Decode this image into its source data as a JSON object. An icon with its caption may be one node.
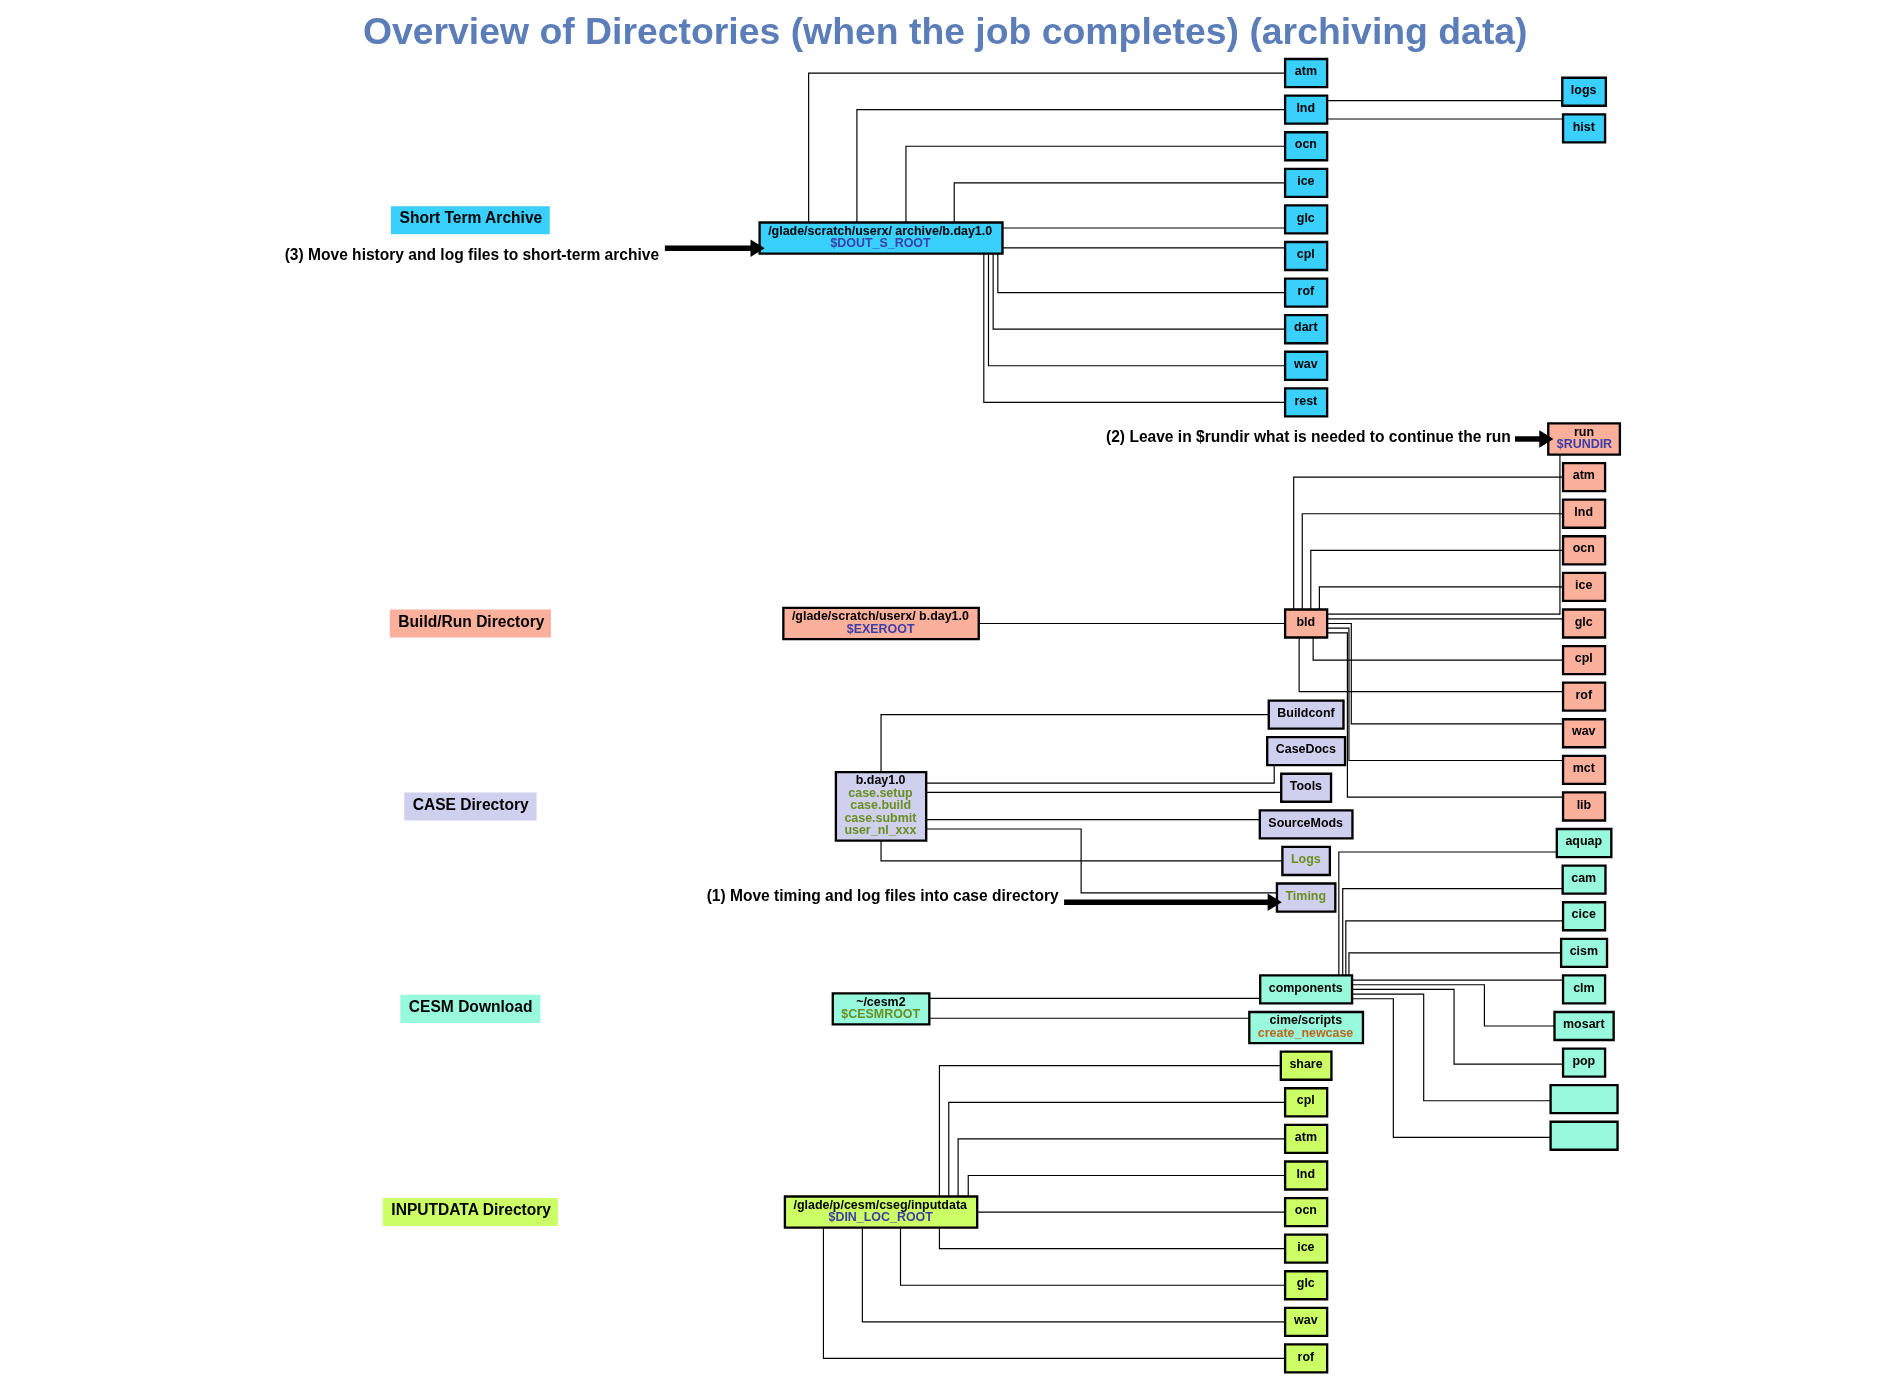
{
  "diagram": {
    "title": "Overview of Directories (when the job completes) (archiving data)",
    "nodes": [
      {
        "text": [
          "INPUTDATA Directory"
        ]
      },
      {
        "text": [
          "/glade/p/cesm/cseg/inputdata",
          "$DIN_LOC_ROOT"
        ]
      },
      {
        "text": [
          "share"
        ]
      },
      {
        "text": [
          "cpl"
        ]
      },
      {
        "text": [
          "atm"
        ]
      },
      {
        "text": [
          "lnd"
        ]
      },
      {
        "text": [
          "ocn"
        ]
      },
      {
        "text": [
          "ice"
        ]
      },
      {
        "text": [
          "glc"
        ]
      },
      {
        "text": [
          "wav"
        ]
      },
      {
        "text": [
          "rof"
        ]
      },
      {
        "text": [
          "CESM Download"
        ]
      },
      {
        "text": [
          "~/cesm2",
          "$CESMROOT"
        ]
      },
      {
        "text": [
          "CASE Directory"
        ]
      },
      {
        "text": [
          "Build/Run Directory"
        ]
      },
      {
        "text": [
          "Short Term Archive"
        ]
      },
      {
        "text": [
          "b.day1.0",
          "case.setup",
          "case.build",
          "case.submit",
          "user_nl_xxx"
        ]
      },
      {
        "text": [
          "/glade/scratch/userx/ b.day1.0",
          "$EXEROOT"
        ]
      },
      {
        "text": [
          "/glade/scratch/userx/ archive/b.day1.0",
          "$DOUT_S_ROOT"
        ]
      },
      {
        "text": [
          "components"
        ]
      },
      {
        "text": [
          "cime/scripts",
          "create_newcase"
        ]
      },
      {
        "text": [
          "Buildconf"
        ]
      },
      {
        "text": [
          "CaseDocs"
        ]
      },
      {
        "text": [
          "Tools"
        ]
      },
      {
        "text": [
          "SourceMods"
        ]
      },
      {
        "text": [
          "Timing"
        ]
      },
      {
        "text": [
          "Logs"
        ]
      },
      {
        "text": [
          "bld"
        ]
      },
      {
        "text": [
          "run",
          "$RUNDIR"
        ]
      },
      {
        "text": [
          "atm"
        ]
      },
      {
        "text": [
          "lnd"
        ]
      },
      {
        "text": [
          "ocn"
        ]
      },
      {
        "text": [
          "ice"
        ]
      },
      {
        "text": [
          "glc"
        ]
      },
      {
        "text": [
          "cpl"
        ]
      },
      {
        "text": [
          "rof"
        ]
      },
      {
        "text": [
          "wav"
        ]
      },
      {
        "text": [
          "mct"
        ]
      },
      {
        "text": [
          "lib"
        ]
      },
      {
        "text": [
          "atm"
        ]
      },
      {
        "text": [
          "lnd"
        ]
      },
      {
        "text": [
          "ocn"
        ]
      },
      {
        "text": [
          "ice"
        ]
      },
      {
        "text": [
          "glc"
        ]
      },
      {
        "text": [
          "cpl"
        ]
      },
      {
        "text": [
          "rof"
        ]
      },
      {
        "text": [
          "dart"
        ]
      },
      {
        "text": [
          "wav"
        ]
      },
      {
        "text": [
          "rest"
        ]
      },
      {
        "text": [
          "logs"
        ]
      },
      {
        "text": [
          "hist"
        ]
      },
      {
        "text": [
          "aquap"
        ]
      },
      {
        "text": [
          "cam"
        ]
      },
      {
        "text": [
          "cice"
        ]
      },
      {
        "text": [
          "cism"
        ]
      },
      {
        "text": [
          "clm"
        ]
      },
      {
        "text": [
          "mosart"
        ]
      },
      {
        "text": [
          "pop"
        ]
      },
      {
        "text": [],
        "shape": "box"
      },
      {
        "text": [],
        "shape": "box"
      },
      {
        "text": [
          "(1) Move timing and log files into case directory"
        ]
      },
      {
        "text": [
          "(2) Leave in $rundir what is needed to continue the run"
        ]
      },
      {
        "text": [
          "(3) Move history and log files to short-term archive"
        ]
      }
    ],
    "edges": [
      {
        "from": 1,
        "to": 2,
        "arrow": "none"
      },
      {
        "from": 1,
        "to": 3,
        "arrow": "none"
      },
      {
        "from": 1,
        "to": 4,
        "arrow": "none"
      },
      {
        "from": 1,
        "to": 5,
        "arrow": "none"
      },
      {
        "from": 1,
        "to": 6,
        "arrow": "none"
      },
      {
        "from": 1,
        "to": 7,
        "arrow": "none"
      },
      {
        "from": 1,
        "to": 8,
        "arrow": "none"
      },
      {
        "from": 1,
        "to": 9,
        "arrow": "none"
      },
      {
        "from": 1,
        "to": 10,
        "arrow": "none"
      },
      {
        "from": 12,
        "to": 19,
        "arrow": "none"
      },
      {
        "from": 12,
        "to": 20,
        "arrow": "none"
      },
      {
        "from": 19,
        "to": 51,
        "arrow": "none"
      },
      {
        "from": 19,
        "to": 52,
        "arrow": "none"
      },
      {
        "from": 19,
        "to": 53,
        "arrow": "none"
      },
      {
        "from": 19,
        "to": 54,
        "arrow": "none"
      },
      {
        "from": 19,
        "to": 55,
        "arrow": "none"
      },
      {
        "from": 19,
        "to": 56,
        "arrow": "none"
      },
      {
        "from": 19,
        "to": 57,
        "arrow": "none"
      },
      {
        "from": 19,
        "to": 58,
        "arrow": "none"
      },
      {
        "from": 19,
        "to": 59,
        "arrow": "none"
      },
      {
        "from": 16,
        "to": 21,
        "arrow": "none"
      },
      {
        "from": 16,
        "to": 22,
        "arrow": "none"
      },
      {
        "from": 16,
        "to": 23,
        "arrow": "none"
      },
      {
        "from": 16,
        "to": 24,
        "arrow": "none"
      },
      {
        "from": 16,
        "to": 25,
        "arrow": "none"
      },
      {
        "from": 16,
        "to": 26,
        "arrow": "none"
      },
      {
        "from": 17,
        "to": 27,
        "arrow": "none"
      },
      {
        "from": 27,
        "to": 28,
        "arrow": "none"
      },
      {
        "from": 27,
        "to": 29,
        "arrow": "none"
      },
      {
        "from": 27,
        "to": 30,
        "arrow": "none"
      },
      {
        "from": 27,
        "to": 31,
        "arrow": "none"
      },
      {
        "from": 27,
        "to": 32,
        "arrow": "none"
      },
      {
        "from": 27,
        "to": 33,
        "arrow": "none"
      },
      {
        "from": 27,
        "to": 34,
        "arrow": "none"
      },
      {
        "from": 27,
        "to": 35,
        "arrow": "none"
      },
      {
        "from": 27,
        "to": 36,
        "arrow": "none"
      },
      {
        "from": 27,
        "to": 37,
        "arrow": "none"
      },
      {
        "from": 27,
        "to": 38,
        "arrow": "none"
      },
      {
        "from": 18,
        "to": 39,
        "arrow": "none"
      },
      {
        "from": 18,
        "to": 40,
        "arrow": "none"
      },
      {
        "from": 18,
        "to": 41,
        "arrow": "none"
      },
      {
        "from": 18,
        "to": 42,
        "arrow": "none"
      },
      {
        "from": 18,
        "to": 43,
        "arrow": "none"
      },
      {
        "from": 18,
        "to": 44,
        "arrow": "none"
      },
      {
        "from": 18,
        "to": 45,
        "arrow": "none"
      },
      {
        "from": 18,
        "to": 46,
        "arrow": "none"
      },
      {
        "from": 18,
        "to": 47,
        "arrow": "none"
      },
      {
        "from": 18,
        "to": 48,
        "arrow": "none"
      },
      {
        "from": 40,
        "to": 49,
        "arrow": "none"
      },
      {
        "from": 40,
        "to": 50,
        "arrow": "none"
      },
      {
        "from": 60,
        "to": 25,
        "arrow": "to",
        "style": "thick"
      },
      {
        "from": 61,
        "to": 28,
        "arrow": "to",
        "style": "thick"
      },
      {
        "from": 62,
        "to": 18,
        "arrow": "to",
        "style": "thick"
      }
    ]
  }
}
